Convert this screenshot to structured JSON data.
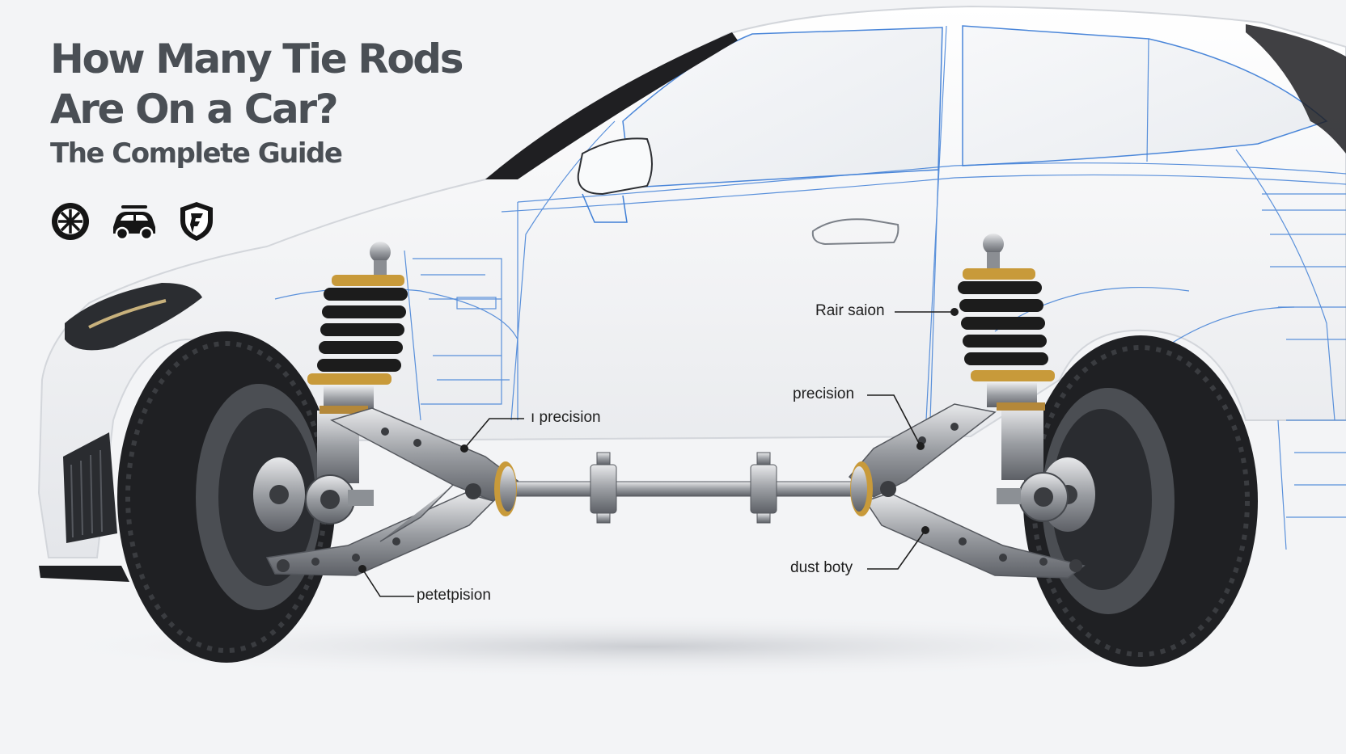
{
  "header": {
    "title_line1": "How Many Tie Rods",
    "title_line2": "Are On a Car?",
    "subtitle": "The Complete Guide"
  },
  "icons": [
    "wheel-icon",
    "car-icon",
    "shield-icon"
  ],
  "callouts": {
    "upper_left": "ı precision",
    "lower_left": "petetpision",
    "upper_right": "Rair saion",
    "middle_right": "precision",
    "lower_right": "dust boty"
  },
  "colors": {
    "title": "#4a4f55",
    "blueprint": "#3f7fd6",
    "background": "#f3f4f6",
    "spring": "#1c1c1c",
    "spring_accent": "#c89a3a",
    "tire": "#232323"
  }
}
